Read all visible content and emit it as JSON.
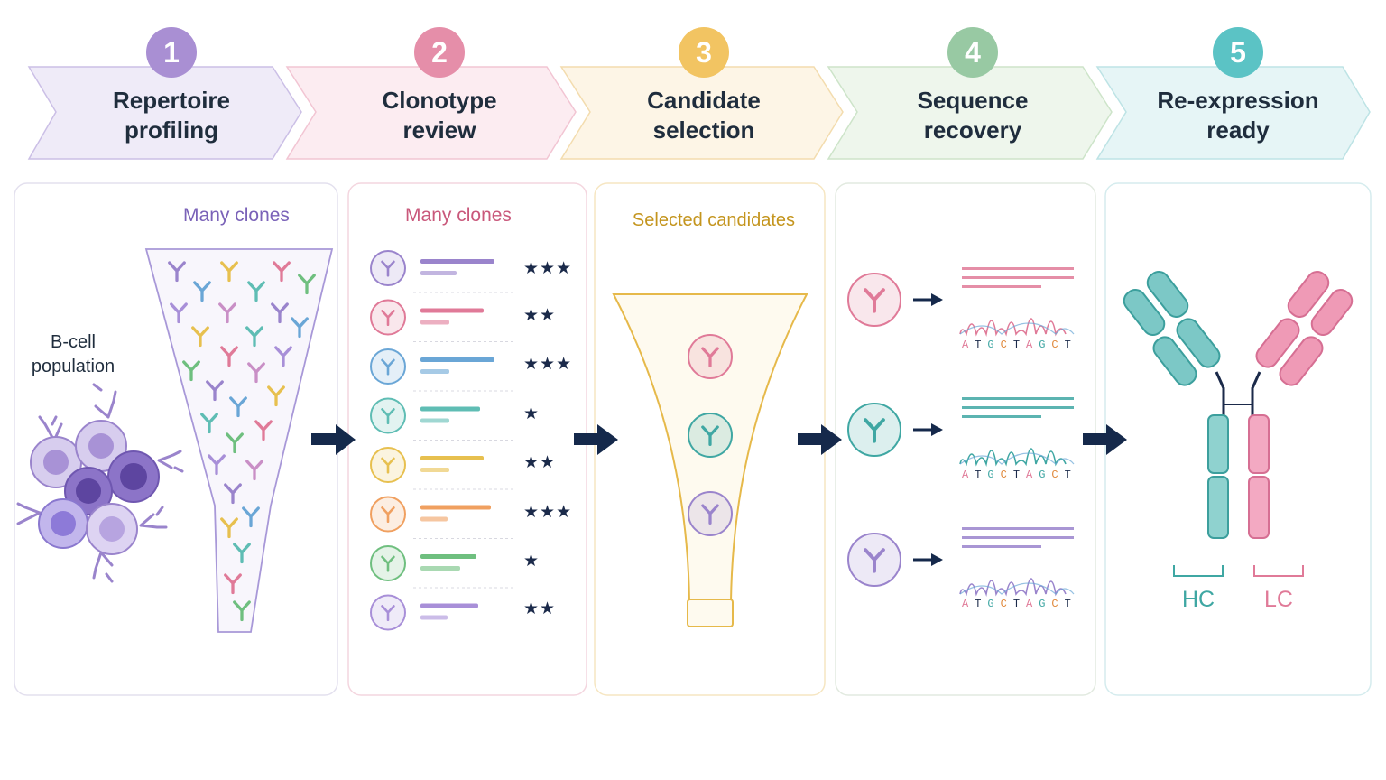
{
  "steps": [
    {
      "num": "1",
      "line1": "Repertoire",
      "line2": "profiling",
      "color": "#a98fd3",
      "fill": "#efebf8"
    },
    {
      "num": "2",
      "line1": "Clonotype",
      "line2": "review",
      "color": "#e58ea9",
      "fill": "#fcecf1"
    },
    {
      "num": "3",
      "line1": "Candidate",
      "line2": "selection",
      "color": "#f2c462",
      "fill": "#fdf5e6"
    },
    {
      "num": "4",
      "line1": "Sequence",
      "line2": "recovery",
      "color": "#98c9a3",
      "fill": "#eef6ec"
    },
    {
      "num": "5",
      "line1": "Re-expression",
      "line2": "ready",
      "color": "#5bc3c5",
      "fill": "#e6f5f6"
    }
  ],
  "panel1": {
    "title": "Many clones",
    "population_line1": "B-cell",
    "population_line2": "population"
  },
  "panel2": {
    "title": "Many clones",
    "clones": [
      {
        "color": "#9a84cc",
        "stars": "★★★"
      },
      {
        "color": "#e07a98",
        "stars": "★★"
      },
      {
        "color": "#6aa6d6",
        "stars": "★★★"
      },
      {
        "color": "#5fbdb4",
        "stars": "★"
      },
      {
        "color": "#e7c04f",
        "stars": "★★"
      },
      {
        "color": "#f0a060",
        "stars": "★★★"
      },
      {
        "color": "#6fbf7f",
        "stars": "★"
      },
      {
        "color": "#a88fd8",
        "stars": "★★"
      }
    ]
  },
  "panel3": {
    "title": "Selected candidates",
    "candidates": [
      "#e07a98",
      "#3fa7a3",
      "#9a84cc"
    ]
  },
  "panel4": {
    "bases": "ATGCTAGCT",
    "rows": [
      {
        "color": "#e07a98"
      },
      {
        "color": "#3fa7a3"
      },
      {
        "color": "#9a84cc"
      }
    ]
  },
  "panel5": {
    "heavy_chain": "HC",
    "light_chain": "LC",
    "hc_color": "#3fa7a3",
    "lc_color": "#e07a98"
  },
  "colors": {
    "arrow": "#15294b",
    "text": "#1f2d3d"
  }
}
